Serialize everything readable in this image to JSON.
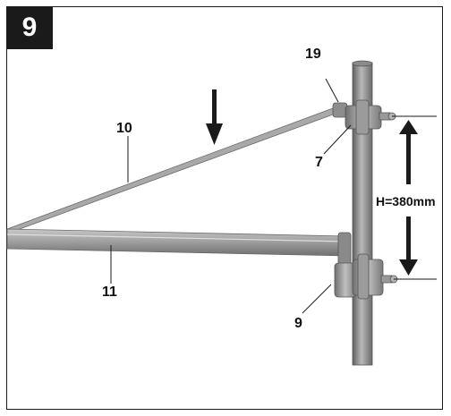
{
  "figure": {
    "number": "9",
    "callouts": {
      "c19": "19",
      "c10": "10",
      "c7": "7",
      "c11": "11",
      "c9": "9"
    },
    "dimension": "H=380mm"
  },
  "colors": {
    "ink": "#1a1a1a",
    "metal_dark": "#6f6f6f",
    "metal_mid": "#9a9a9a",
    "metal_light": "#c4c4c4"
  }
}
